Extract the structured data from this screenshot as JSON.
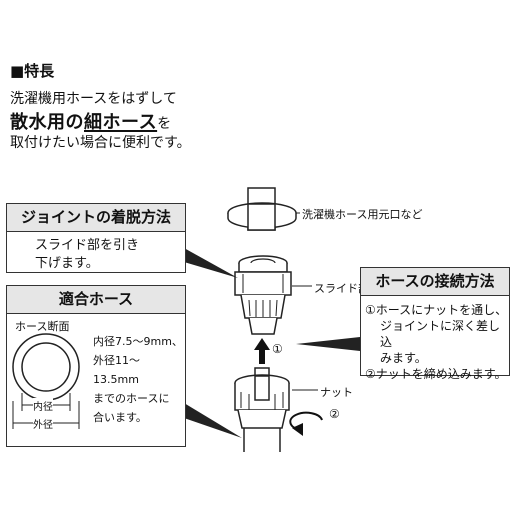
{
  "features": {
    "heading": "■特長",
    "line1": "洗濯機用ホースをはずして",
    "line2_a": "散水用の",
    "line2_b": "細ホース",
    "line2_c": "を",
    "line3": "取付けたい場合に便利です。"
  },
  "detach_box": {
    "title": "ジョイントの着脱方法",
    "text_1": "スライド部を引き",
    "text_2": "下げます。"
  },
  "hose_box": {
    "title": "適合ホース",
    "section_label": "ホース断面",
    "inner_label": "内径",
    "outer_label": "外径",
    "spec_1": "内径7.5～9mm、",
    "spec_2": "外径11～13.5mm",
    "spec_3": "までのホースに",
    "spec_4": "合います。"
  },
  "connect_box": {
    "title": "ホースの接続方法",
    "step_1a": "①ホースにナットを通し、",
    "step_1b": "ジョイントに深く差し込",
    "step_1c": "みます。",
    "step_2": "②ナットを締め込みます。"
  },
  "diagram": {
    "faucet_label": "洗濯機ホース用元口など",
    "slide_label": "スライド部",
    "nut_label": "ナット",
    "arrow_1_label": "①",
    "arrow_2_label": "②"
  }
}
